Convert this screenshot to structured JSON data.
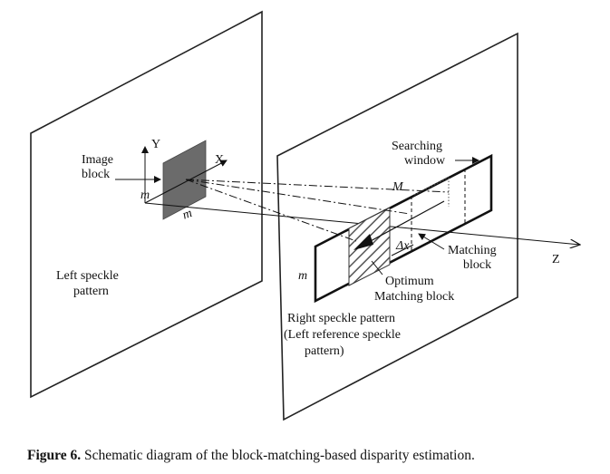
{
  "labels": {
    "y_axis": "Y",
    "x_axis": "X",
    "z_axis": "Z",
    "image_block": [
      "Image",
      "block"
    ],
    "m_left_1": "m",
    "m_left_2": "m",
    "m_right": "m",
    "M": "M",
    "searching_window": [
      "Searching",
      "window"
    ],
    "delta_x": "Δx",
    "matching_block": [
      "Matching",
      "block"
    ],
    "optimum_matching_block": [
      "Optimum",
      "Matching block"
    ],
    "left_speckle_pattern": [
      "Left speckle",
      "pattern"
    ],
    "right_speckle_pattern": [
      "Right speckle pattern",
      "(Left reference speckle",
      "pattern)"
    ]
  },
  "caption": {
    "label": "Figure 6.",
    "text": " Schematic diagram of the block-matching-based disparity estimation."
  }
}
